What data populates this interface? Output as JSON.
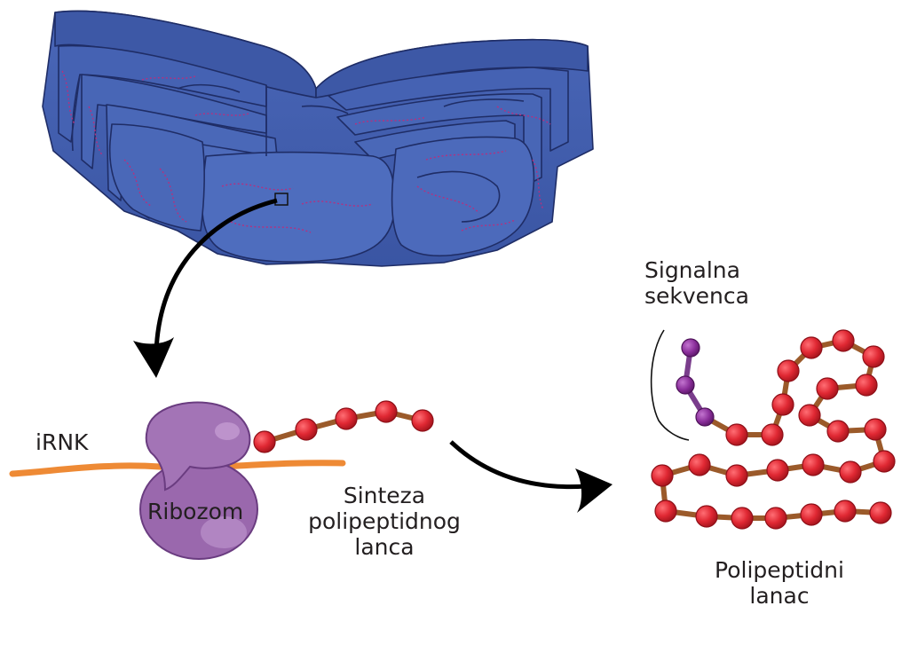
{
  "labels": {
    "irnk": "iRNK",
    "ribozom": "Ribozom",
    "sinteza": [
      "Sinteza",
      "polipeptidnog",
      "lanca"
    ],
    "signalna": [
      "Signalna",
      "sekvenca"
    ],
    "polipeptidni": [
      "Polipeptidni",
      "lanac"
    ]
  },
  "colors": {
    "er_fill": "#3f5cab",
    "er_stroke": "#1f2d66",
    "er_dots": "#b5307f",
    "ribosome": "#9a68ad",
    "mrna": "#ee8a35",
    "amino_acid": "#e02833",
    "peptide_bond": "#9b5a2a",
    "signal_sequence": "#8a2e9a",
    "arrow": "#000000"
  },
  "icons": [
    "rough-er-icon",
    "ribosome-icon",
    "curved-arrow-icon",
    "bracket-icon"
  ]
}
